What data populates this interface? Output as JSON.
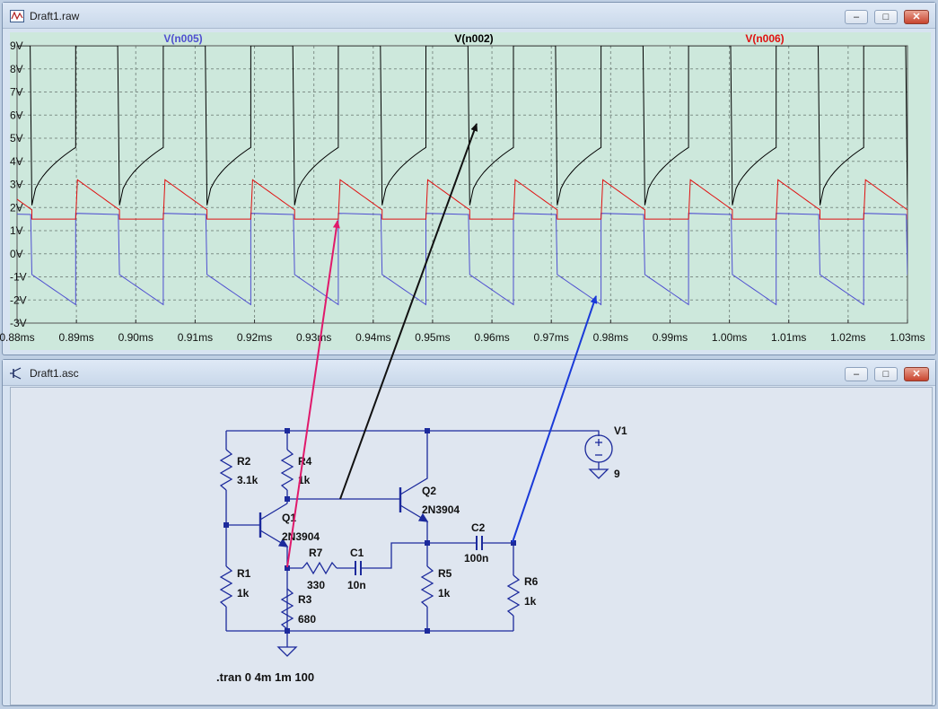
{
  "waveform_window": {
    "title": "Draft1.raw",
    "buttons": {
      "minimize": "‒",
      "maximize": "□",
      "close": "✕"
    },
    "traces": [
      {
        "name": "V(n005)",
        "color": "#4f4fd0"
      },
      {
        "name": "V(n002)",
        "color": "#000000"
      },
      {
        "name": "V(n006)",
        "color": "#e01010"
      }
    ]
  },
  "schematic_window": {
    "title": "Draft1.asc",
    "buttons": {
      "minimize": "‒",
      "maximize": "□",
      "close": "✕"
    },
    "components": {
      "R2": {
        "name": "R2",
        "value": "3.1k"
      },
      "R4": {
        "name": "R4",
        "value": "1k"
      },
      "R1": {
        "name": "R1",
        "value": "1k"
      },
      "R3": {
        "name": "R3",
        "value": "680"
      },
      "R7": {
        "name": "R7",
        "value": "330"
      },
      "C1": {
        "name": "C1",
        "value": "10n"
      },
      "R5": {
        "name": "R5",
        "value": "1k"
      },
      "C2": {
        "name": "C2",
        "value": "100n"
      },
      "R6": {
        "name": "R6",
        "value": "1k"
      },
      "Q1": {
        "name": "Q1",
        "value": "2N3904"
      },
      "Q2": {
        "name": "Q2",
        "value": "2N3904"
      },
      "V1": {
        "name": "V1",
        "value": "9"
      }
    },
    "directive": ".tran 0 4m 1m 100"
  },
  "chart_data": {
    "type": "line",
    "x_unit": "ms",
    "y_unit": "V",
    "xlim": [
      0.88,
      1.03
    ],
    "ylim": [
      -3,
      9
    ],
    "x_ticks": [
      "0.88ms",
      "0.89ms",
      "0.90ms",
      "0.91ms",
      "0.92ms",
      "0.93ms",
      "0.94ms",
      "0.95ms",
      "0.96ms",
      "0.97ms",
      "0.98ms",
      "0.99ms",
      "1.00ms",
      "1.01ms",
      "1.02ms",
      "1.03ms"
    ],
    "y_ticks": [
      "9V",
      "8V",
      "7V",
      "6V",
      "5V",
      "4V",
      "3V",
      "2V",
      "1V",
      "0V",
      "-1V",
      "-2V",
      "-3V"
    ],
    "grid": true,
    "period_ms": 0.01475,
    "series": [
      {
        "name": "V(n002)",
        "color": "#000000",
        "cycle": {
          "low_start": 2.1,
          "low_end": 4.6,
          "high": 9.0,
          "rise_fraction": 0.5,
          "fall_fraction": 0.98
        }
      },
      {
        "name": "V(n006)",
        "color": "#e01010",
        "cycle": {
          "flat": 1.5,
          "peak": 3.2,
          "decay_to": 1.9,
          "jump_fraction": 0.5
        }
      },
      {
        "name": "V(n005)",
        "color": "#4f4fd0",
        "cycle": {
          "high": 1.75,
          "low_start": -0.9,
          "low_end": -2.2,
          "drop_fraction": 0.0,
          "rise_fraction": 0.5
        }
      }
    ]
  }
}
